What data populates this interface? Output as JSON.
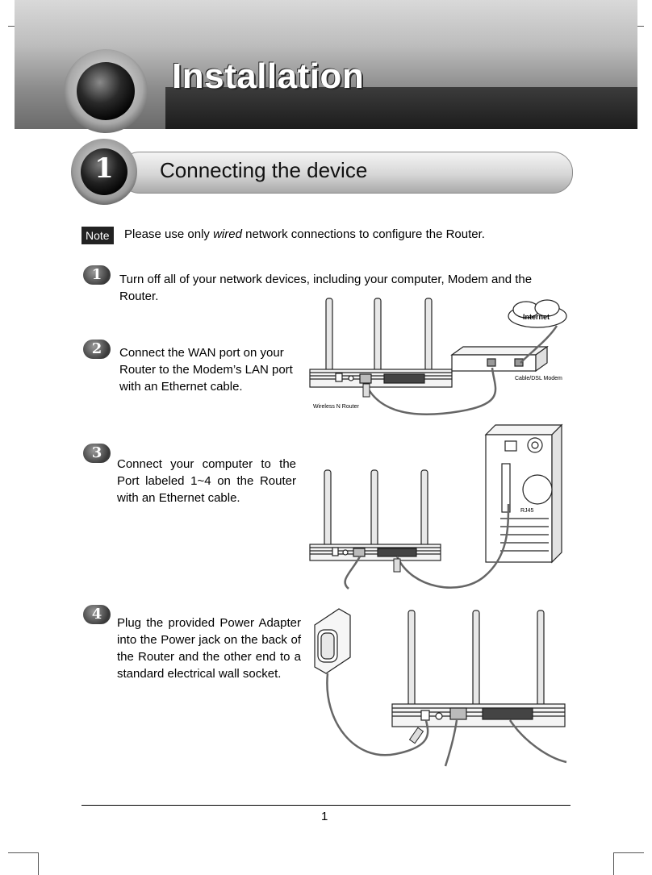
{
  "header": {
    "title": "Installation"
  },
  "section": {
    "number": "1",
    "title": "Connecting the device"
  },
  "note": {
    "tag": "Note",
    "text_before": "Please use only ",
    "text_emph": "wired",
    "text_after": " network connections to configure the Router."
  },
  "steps": [
    {
      "number": "1",
      "text": "Turn off all of your network devices, including your computer, Modem and the Router."
    },
    {
      "number": "2",
      "text": "Connect the WAN port on your Router to the Modem’s LAN port with an Ethernet cable."
    },
    {
      "number": "3",
      "text": "Connect your computer to the Port labeled 1~4 on the Router with an Ethernet cable."
    },
    {
      "number": "4",
      "text": "Plug the provided Power Adapter into the Power jack on the back of the Router and the other end to a standard electrical wall socket."
    }
  ],
  "diagram_labels": {
    "internet": "Internet",
    "modem": "Cable/DSL Modem",
    "router": "Wireless N Router",
    "rj45": "RJ45"
  },
  "footer": {
    "page_number": "1"
  }
}
